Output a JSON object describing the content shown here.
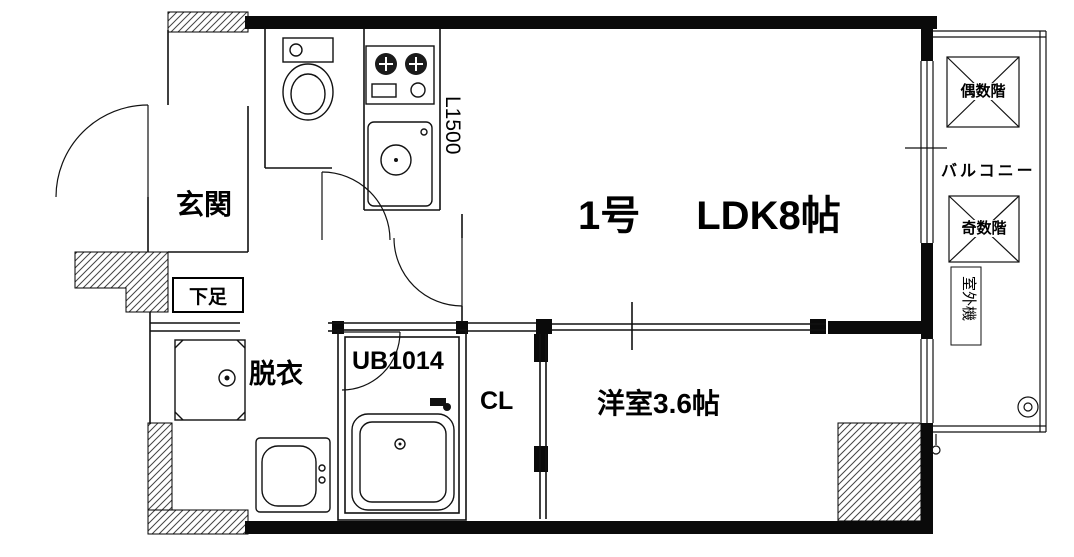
{
  "floor_plan": {
    "unit": "1号",
    "rooms": {
      "ldk": "LDK8帖",
      "western_room": "洋室3.6帖",
      "entrance": "玄関",
      "shoe_cabinet": "下足",
      "dressing_room": "脱衣",
      "unit_bath": "UB1014",
      "closet": "CL",
      "balcony": "バルコニー"
    },
    "annotations": {
      "kitchen_counter_length": "L1500",
      "even_floors": "偶数階",
      "odd_floors": "奇数階",
      "outdoor_ac_unit": "室外機"
    },
    "fixtures": [
      "toilet",
      "gas-stove",
      "kitchen-sink",
      "bathtub",
      "washing-machine-pan",
      "vanity",
      "floor-drain"
    ],
    "colors": {
      "walls": "#0a0a0a",
      "lines": "#111111",
      "background": "#ffffff"
    }
  }
}
